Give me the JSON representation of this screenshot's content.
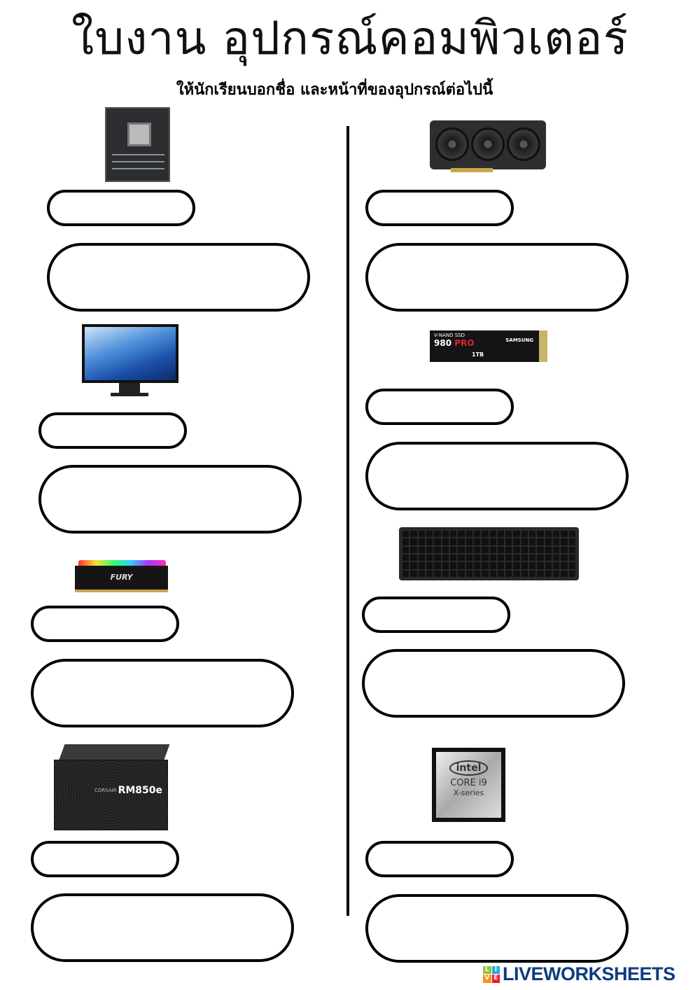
{
  "header": {
    "title": "ใบงาน อุปกรณ์คอมพิวเตอร์",
    "subtitle": "ให้นักเรียนบอกชื่อ และหน้าที่ของอุปกรณ์ต่อไปนี้"
  },
  "images": {
    "ssd": {
      "line1": "V-NAND SSD",
      "model": "980",
      "model_accent": "PRO",
      "brand": "SAMSUNG",
      "capacity": "1TB"
    },
    "ram": {
      "label": "FURY"
    },
    "psu": {
      "model": "RM850e",
      "brand": "CORSAIR"
    },
    "cpu": {
      "brand": "intel",
      "line": "CORE i9",
      "series": "X-series"
    }
  },
  "fields": {
    "name_value": "",
    "desc_value": ""
  },
  "footer": {
    "logo_letters": [
      "L",
      "I",
      "V",
      "E"
    ],
    "brand": "LIVEWORKSHEETS",
    "colors": {
      "brand": "#0f3c7e",
      "logo": [
        "#8cc63f",
        "#29abe2",
        "#f7931e",
        "#ed1c24"
      ]
    }
  }
}
